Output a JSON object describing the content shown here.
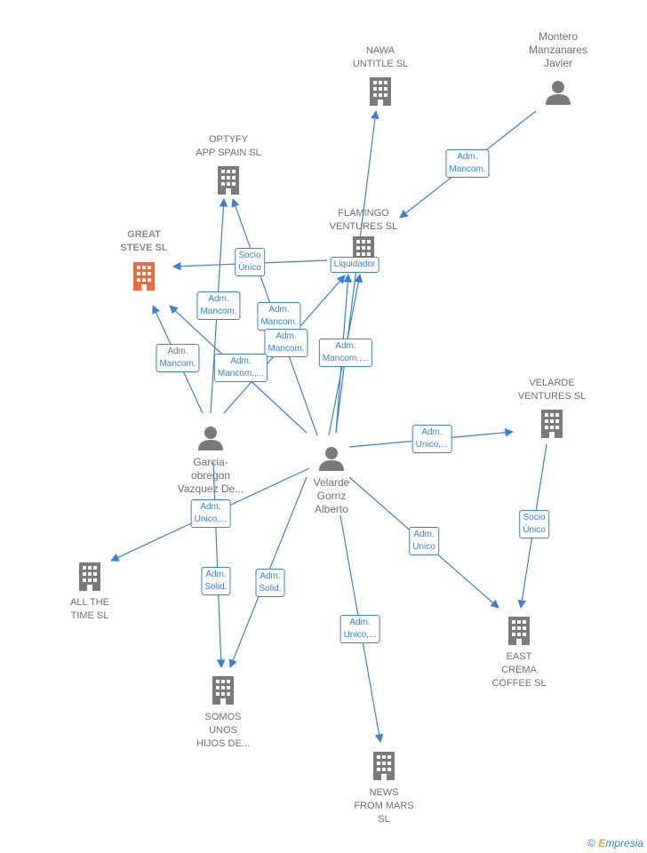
{
  "colors": {
    "edge": "#3a7fd5",
    "node": "#7a7a7a",
    "highlight": "#f26a3c",
    "label": "#6e6e6e"
  },
  "nodes": [
    {
      "id": "nawa",
      "type": "company",
      "icon": "building-icon",
      "label_lines": [
        "NAWA",
        "UNTITLE SL"
      ]
    },
    {
      "id": "montero",
      "type": "person",
      "icon": "person-icon",
      "label_lines": [
        "Montero",
        "Manzanares",
        "Javier"
      ]
    },
    {
      "id": "optyfy",
      "type": "company",
      "icon": "building-icon",
      "label_lines": [
        "OPTYFY",
        "APP SPAIN  SL"
      ]
    },
    {
      "id": "flamingo",
      "type": "company",
      "icon": "building-icon",
      "label_lines": [
        "FLAMINGO",
        "VENTURES  SL"
      ]
    },
    {
      "id": "great",
      "type": "company",
      "icon": "building-icon",
      "highlight": true,
      "label_lines": [
        "GREAT",
        "STEVE  SL"
      ]
    },
    {
      "id": "velarde_v",
      "type": "company",
      "icon": "building-icon",
      "label_lines": [
        "VELARDE",
        "VENTURES  SL"
      ]
    },
    {
      "id": "garcia",
      "type": "person",
      "icon": "person-icon",
      "label_lines": [
        "Garcia-",
        "obregon",
        "Vazquez De..."
      ]
    },
    {
      "id": "velarde_g",
      "type": "person",
      "icon": "person-icon",
      "label_lines": [
        "Velarde",
        "Gorriz",
        "Alberto"
      ]
    },
    {
      "id": "allthetime",
      "type": "company",
      "icon": "building-icon",
      "label_lines": [
        "ALL THE",
        "TIME  SL"
      ]
    },
    {
      "id": "eastcrema",
      "type": "company",
      "icon": "building-icon",
      "label_lines": [
        "EAST",
        "CREMA",
        "COFFEE  SL"
      ]
    },
    {
      "id": "somos",
      "type": "company",
      "icon": "building-icon",
      "label_lines": [
        "SOMOS",
        "UNOS",
        "HIJOS DE..."
      ]
    },
    {
      "id": "news",
      "type": "company",
      "icon": "building-icon",
      "label_lines": [
        "NEWS",
        "FROM MARS",
        "SL"
      ]
    }
  ],
  "edges": [
    {
      "from": "montero",
      "to": "flamingo",
      "label_lines": [
        "Adm.",
        "Mancom."
      ]
    },
    {
      "from": "flamingo",
      "to": "great",
      "label_lines": [
        "Socio",
        "Único"
      ]
    },
    {
      "from": "velarde_g",
      "to": "flamingo",
      "label_lines": [
        "Liquidador"
      ]
    },
    {
      "from": "velarde_g",
      "to": "nawa",
      "label_lines": []
    },
    {
      "from": "garcia",
      "to": "optyfy",
      "label_lines": [
        "Adm.",
        "Mancom."
      ]
    },
    {
      "from": "velarde_g",
      "to": "optyfy",
      "label_lines": [
        "Adm.",
        "Mancom."
      ]
    },
    {
      "from": "garcia",
      "to": "flamingo",
      "label_lines": [
        "Adm.",
        "Mancom."
      ]
    },
    {
      "from": "velarde_g",
      "to": "flamingo",
      "label_lines": [
        "Adm.",
        "Mancom.,..."
      ]
    },
    {
      "from": "garcia",
      "to": "great",
      "label_lines": [
        "Adm.",
        "Mancom."
      ]
    },
    {
      "from": "velarde_g",
      "to": "great",
      "label_lines": [
        "Adm.",
        "Mancom.,..."
      ]
    },
    {
      "from": "velarde_g",
      "to": "velarde_v",
      "label_lines": [
        "Adm.",
        "Unico,..."
      ]
    },
    {
      "from": "velarde_v",
      "to": "eastcrema",
      "label_lines": [
        "Socio",
        "Único"
      ]
    },
    {
      "from": "velarde_g",
      "to": "eastcrema",
      "label_lines": [
        "Adm.",
        "Unico"
      ]
    },
    {
      "from": "velarde_g",
      "to": "allthetime",
      "label_lines": [
        "Adm.",
        "Unico,..."
      ]
    },
    {
      "from": "garcia",
      "to": "somos",
      "label_lines": [
        "Adm.",
        "Solid."
      ]
    },
    {
      "from": "velarde_g",
      "to": "somos",
      "label_lines": [
        "Adm.",
        "Solid."
      ]
    },
    {
      "from": "velarde_g",
      "to": "news",
      "label_lines": [
        "Adm.",
        "Unico,..."
      ]
    }
  ],
  "footer": {
    "copyright": "©",
    "brand_first": "E",
    "brand_rest": "mpresia"
  }
}
